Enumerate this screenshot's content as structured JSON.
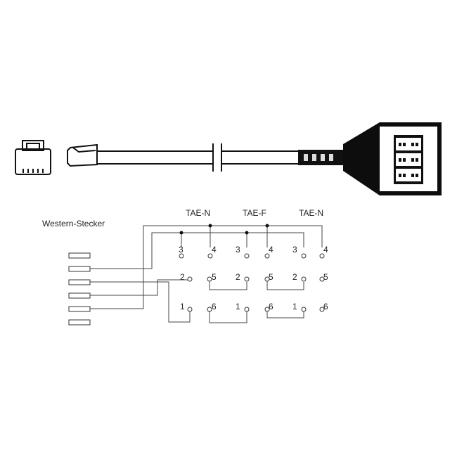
{
  "labels": {
    "plug": "Western-Stecker",
    "socket_1": "TAE-N",
    "socket_2": "TAE-F",
    "socket_3": "TAE-N"
  },
  "pins": {
    "p3": "3",
    "p4": "4",
    "p2": "2",
    "p5": "5",
    "p1": "1",
    "p6": "6"
  }
}
